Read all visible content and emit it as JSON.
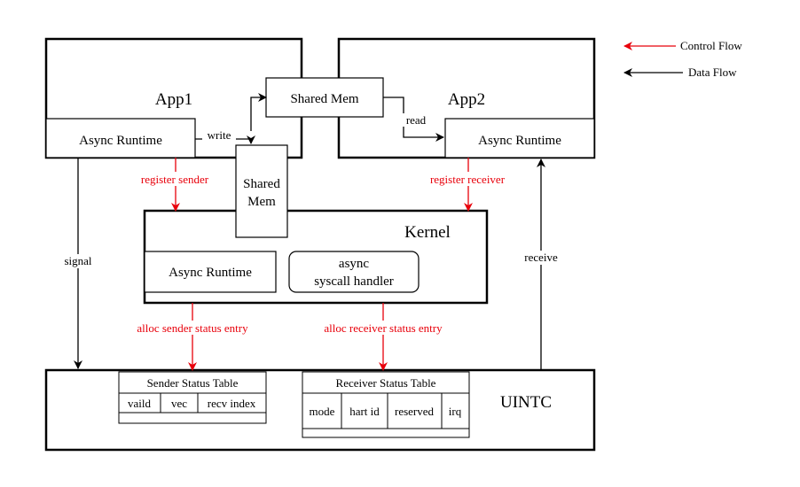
{
  "legend": {
    "control_flow": "Control Flow",
    "data_flow": "Data Flow"
  },
  "colors": {
    "control": "#e8000b",
    "data": "#000000"
  },
  "app1": {
    "title": "App1",
    "runtime": "Async Runtime"
  },
  "app2": {
    "title": "App2",
    "runtime": "Async Runtime"
  },
  "shared_mem_top": "Shared Mem",
  "shared_mem_side": {
    "line1": "Shared",
    "line2": "Mem"
  },
  "labels": {
    "write": "write",
    "read": "read",
    "register_sender": "register sender",
    "register_receiver": "register receiver",
    "signal": "signal",
    "receive": "receive",
    "alloc_sender": "alloc sender status entry",
    "alloc_receiver": "alloc receiver status entry"
  },
  "kernel": {
    "title": "Kernel",
    "runtime": "Async Runtime",
    "syscall_line1": "async",
    "syscall_line2": "syscall handler"
  },
  "uintc": {
    "title": "UINTC",
    "sender_table": {
      "title": "Sender Status Table",
      "columns": [
        "vaild",
        "vec",
        "recv index"
      ]
    },
    "receiver_table": {
      "title": "Receiver Status Table",
      "columns": [
        "mode",
        "hart id",
        "reserved",
        "irq"
      ]
    }
  }
}
